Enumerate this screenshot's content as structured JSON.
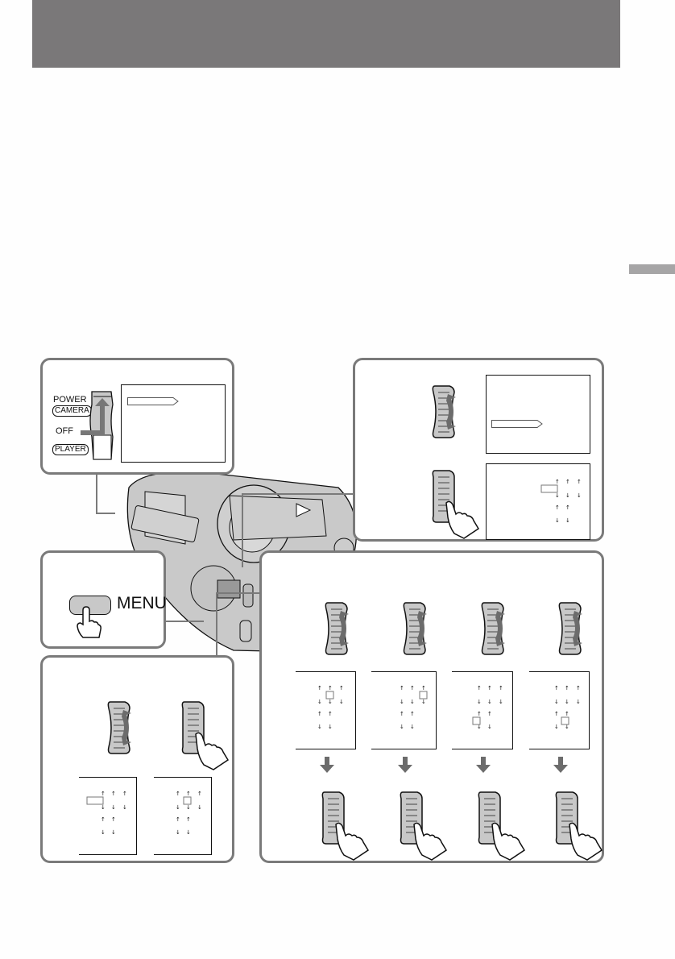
{
  "page": {
    "header_bar_color": "#7a7879",
    "side_tab_color": "#a6a5a6",
    "panel_border_color": "#7a7a7a"
  },
  "power_panel": {
    "switch_label": "POWER",
    "positions": [
      "CAMERA",
      "OFF",
      "PLAYER"
    ],
    "selected_position": "CAMERA"
  },
  "menu_panel": {
    "button_label": "MENU"
  },
  "dial_panel_top_right": {
    "steps": [
      "turn-dial",
      "press-dial"
    ]
  },
  "dial_panel_bottom_left": {
    "steps": [
      "turn-dial",
      "press-dial"
    ]
  },
  "dial_panel_bottom_right": {
    "columns": 4,
    "steps": [
      "turn-dial",
      "press-dial"
    ]
  },
  "icons": {
    "dial_turn": "control-dial-rotate-icon",
    "dial_press": "control-dial-press-icon",
    "hand": "pointing-hand-icon",
    "arrow_down": "down-arrow-icon",
    "camcorder": "camcorder-illustration"
  }
}
